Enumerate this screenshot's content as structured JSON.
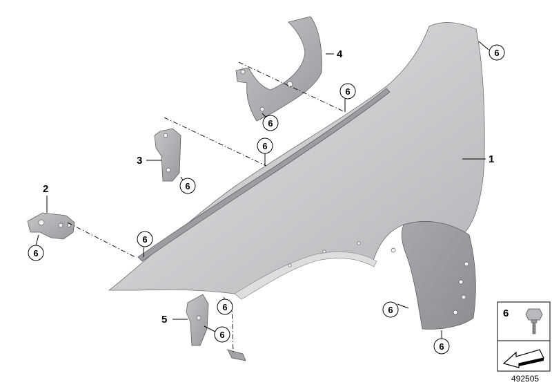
{
  "diagram_id": "492505",
  "callouts": {
    "fender": "1",
    "bracket_front_lower": "2",
    "bracket_front_upper": "3",
    "bracket_rear_upper": "4",
    "bracket_lower": "5"
  },
  "fastener_ref": "6",
  "legend": {
    "ref": "6"
  }
}
